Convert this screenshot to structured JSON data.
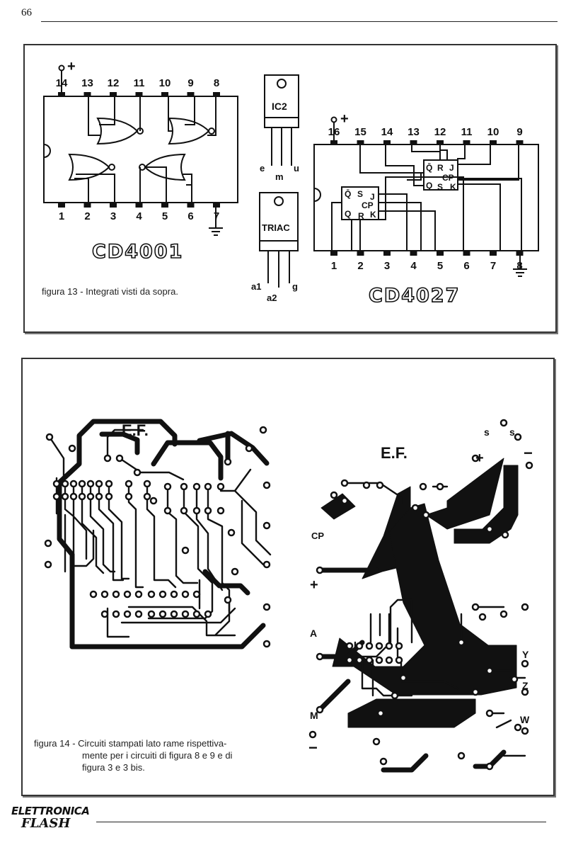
{
  "page": {
    "number": "66"
  },
  "fig13": {
    "caption": "figura 13 - Integrati visti da sopra.",
    "cd4001": {
      "name": "CD4001",
      "top_pins": [
        "14",
        "13",
        "12",
        "11",
        "10",
        "9",
        "8"
      ],
      "bottom_pins": [
        "1",
        "2",
        "3",
        "4",
        "5",
        "6",
        "7"
      ],
      "plus": "+"
    },
    "ic2": {
      "label": "IC2",
      "pins": [
        "e",
        "m",
        "u"
      ]
    },
    "triac": {
      "label": "TRIAC",
      "pins": [
        "a1",
        "a2",
        "g"
      ]
    },
    "cd4027": {
      "name": "CD4027",
      "top_pins": [
        "16",
        "15",
        "14",
        "13",
        "12",
        "11",
        "10",
        "9"
      ],
      "bottom_pins": [
        "1",
        "2",
        "3",
        "4",
        "5",
        "6",
        "7",
        "8"
      ],
      "plus": "+",
      "ff1": [
        "Q̄",
        "R",
        "J",
        "CP",
        "Q",
        "S",
        "K"
      ],
      "ff2": [
        "Q̄",
        "S",
        "J",
        "CP",
        "Q",
        "R",
        "K"
      ]
    }
  },
  "fig14": {
    "caption_head": "figura 14 - Circuiti stampati lato rame rispettiva-",
    "caption_line2": "mente per i circuiti di figura 8 e 9 e di",
    "caption_line3": "figura 3 e 3 bis.",
    "left_board": {
      "mark": "E.F."
    },
    "right_board": {
      "mark": "E.F.",
      "labels": {
        "cp": "CP",
        "plus": "+",
        "a": "A",
        "m": "M",
        "minus": "−",
        "y": "Y",
        "z": "Z",
        "w": "W",
        "s1": "s",
        "s2": "s",
        "plus_top": "+",
        "minus_top": "−"
      }
    }
  },
  "footer": {
    "logo_top": "ELETTRONICA",
    "logo_bottom": "FLASH"
  }
}
